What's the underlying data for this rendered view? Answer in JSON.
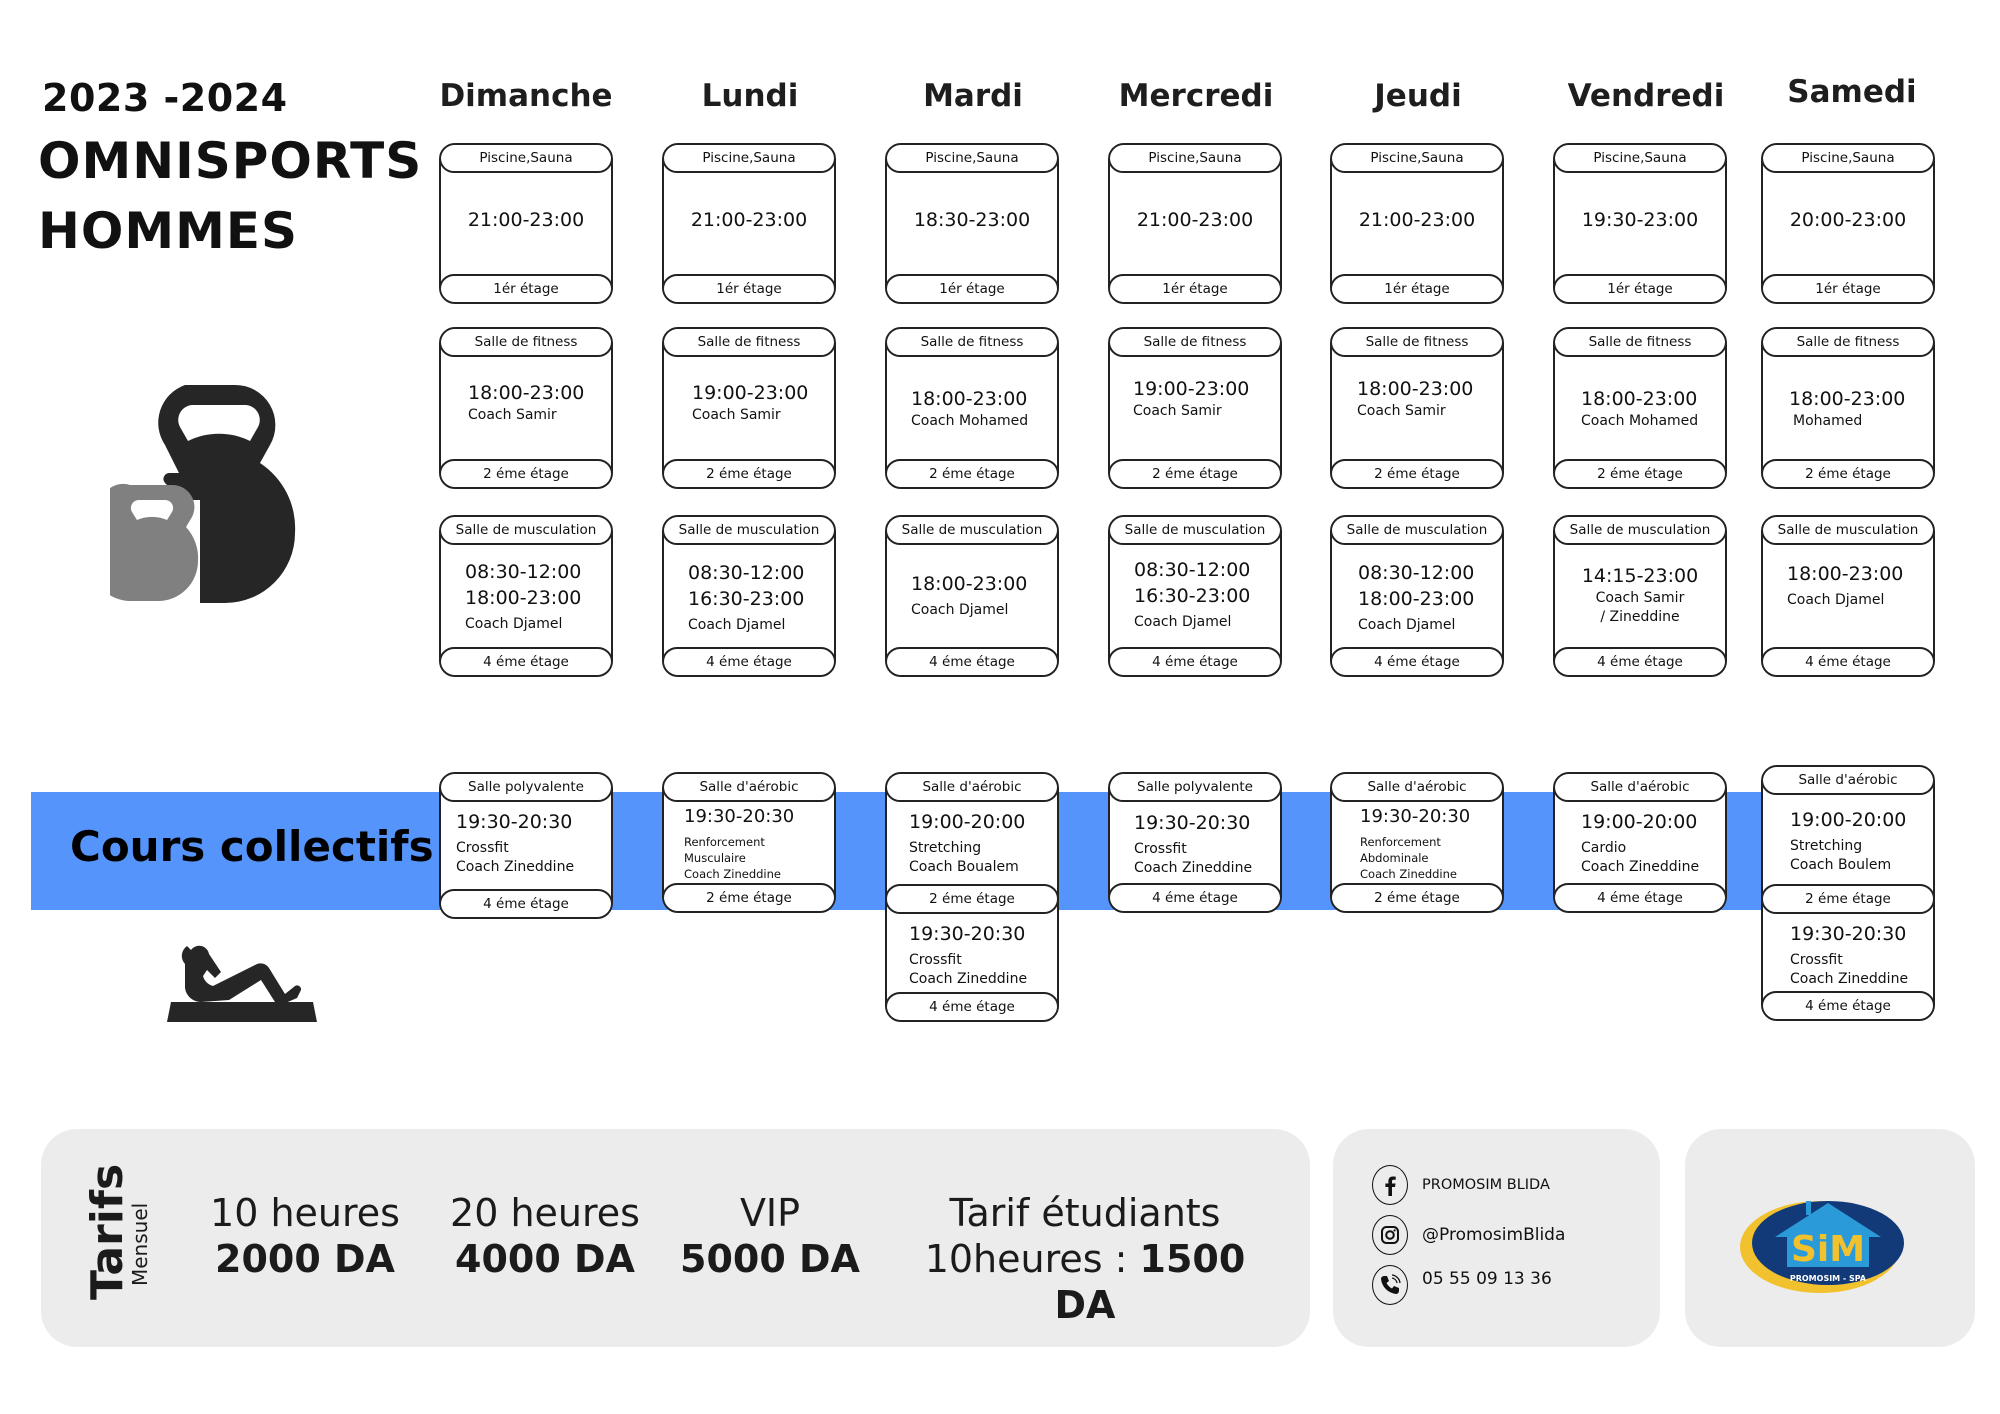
{
  "header": {
    "year": "2023 -2024",
    "title_line1": "OMNISPORTS",
    "title_line2": "HOMMES"
  },
  "days": [
    "Dimanche",
    "Lundi",
    "Mardi",
    "Mercredi",
    "Jeudi",
    "Vendredi",
    "Samedi"
  ],
  "piscine": [
    {
      "room": "Piscine,Sauna",
      "time": "21:00-23:00",
      "floor": "1ér étage"
    },
    {
      "room": "Piscine,Sauna",
      "time": "21:00-23:00",
      "floor": "1ér étage"
    },
    {
      "room": "Piscine,Sauna",
      "time": "18:30-23:00",
      "floor": "1ér étage"
    },
    {
      "room": "Piscine,Sauna",
      "time": "21:00-23:00",
      "floor": "1ér étage"
    },
    {
      "room": "Piscine,Sauna",
      "time": "21:00-23:00",
      "floor": "1ér étage"
    },
    {
      "room": "Piscine,Sauna",
      "time": "19:30-23:00",
      "floor": "1ér étage"
    },
    {
      "room": "Piscine,Sauna",
      "time": "20:00-23:00",
      "floor": "1ér étage"
    }
  ],
  "fitness": [
    {
      "room": "Salle de fitness",
      "time": "18:00-23:00",
      "coach": "Coach Samir",
      "floor": "2 éme étage"
    },
    {
      "room": "Salle de fitness",
      "time": "19:00-23:00",
      "coach": "Coach  Samir",
      "floor": "2 éme étage"
    },
    {
      "room": "Salle de fitness",
      "time": "18:00-23:00",
      "coach": "Coach Mohamed",
      "floor": "2 éme étage"
    },
    {
      "room": "Salle de fitness",
      "time": "19:00-23:00",
      "coach": "Coach Samir",
      "floor": "2 éme étage"
    },
    {
      "room": "Salle de fitness",
      "time": "18:00-23:00",
      "coach": "Coach Samir",
      "floor": "2 éme étage"
    },
    {
      "room": "Salle de fitness",
      "time": "18:00-23:00",
      "coach": "Coach Mohamed",
      "floor": "2 éme étage"
    },
    {
      "room": "Salle de fitness",
      "time": "18:00-23:00",
      "coach": "Mohamed",
      "floor": "2 éme étage"
    }
  ],
  "musculation": [
    {
      "room": "Salle de musculation",
      "time1": "08:30-12:00",
      "time2": "18:00-23:00",
      "coach": "Coach Djamel",
      "floor": "4 éme étage"
    },
    {
      "room": "Salle de musculation",
      "time1": "08:30-12:00",
      "time2": "16:30-23:00",
      "coach": "Coach Djamel",
      "floor": "4 éme étage"
    },
    {
      "room": "Salle de musculation",
      "time1": "18:00-23:00",
      "time2": "",
      "coach": "Coach Djamel",
      "floor": "4 éme étage"
    },
    {
      "room": "Salle de musculation",
      "time1": "08:30-12:00",
      "time2": "16:30-23:00",
      "coach": "Coach Djamel",
      "floor": "4 éme étage"
    },
    {
      "room": "Salle de musculation",
      "time1": "08:30-12:00",
      "time2": "18:00-23:00",
      "coach": "Coach Djamel",
      "floor": "4 éme étage"
    },
    {
      "room": "Salle de musculation",
      "time1": "14:15-23:00",
      "time2": "",
      "coach": "Coach Samir",
      "coach2": "/ Zineddine",
      "floor": "4 éme étage"
    },
    {
      "room": "Salle de musculation",
      "time1": "18:00-23:00",
      "time2": "",
      "coach": "Coach Djamel",
      "floor": "4 éme étage"
    }
  ],
  "cours": {
    "title": "Cours collectifs",
    "items": [
      {
        "room": "Salle  polyvalente",
        "time": "19:30-20:30",
        "activity": "Crossfit",
        "coach": "Coach Zineddine",
        "floor": "4 éme étage"
      },
      {
        "room": "Salle d'aérobic",
        "time": "19:30-20:30",
        "activity": "Renforcement",
        "activity2": "Musculaire",
        "coach": "Coach Zineddine",
        "floor": "2 éme étage"
      },
      {
        "room": "Salle d'aérobic",
        "time": "19:00-20:00",
        "activity": "Stretching",
        "coach": "Coach Boualem",
        "floor": "2 éme étage",
        "second": {
          "time": "19:30-20:30",
          "activity": "Crossfit",
          "coach": "Coach Zineddine",
          "floor": "4 éme étage"
        }
      },
      {
        "room": "Salle polyvalente",
        "time": "19:30-20:30",
        "activity": "Crossfit",
        "coach": "Coach Zineddine",
        "floor": "4 éme étage"
      },
      {
        "room": "Salle d'aérobic",
        "time": "19:30-20:30",
        "activity": "Renforcement",
        "activity2": "Abdominale",
        "coach": "Coach Zineddine",
        "floor": "2 éme étage"
      },
      {
        "room": "Salle d'aérobic",
        "time": "19:00-20:00",
        "activity": "Cardio",
        "coach": "Coach Zineddine",
        "floor": "4 éme étage"
      },
      {
        "room": "Salle d'aérobic",
        "time": "19:00-20:00",
        "activity": "Stretching",
        "coach": "Coach Boulem",
        "floor": "2 éme étage",
        "second": {
          "time": "19:30-20:30",
          "activity": "Crossfit",
          "coach": "Coach Zineddine",
          "floor": "4 éme étage"
        }
      }
    ]
  },
  "tarifs": {
    "title": "Tarifs",
    "subtitle": "Mensuel",
    "plans": [
      {
        "label": "10 heures",
        "price": "2000 DA"
      },
      {
        "label": "20 heures",
        "price": "4000 DA"
      },
      {
        "label": "VIP",
        "price": "5000 DA"
      },
      {
        "label": "Tarif  étudiants",
        "price_prefix": "10heures : ",
        "price": "1500 DA"
      }
    ]
  },
  "contact": {
    "facebook": "PROMOSIM BLIDA",
    "instagram": "@PromosimBlida",
    "phone": "05 55 09 13 36"
  },
  "logo": {
    "text": "SiM",
    "subtext": "PROMOSIM - SPA",
    "colors": {
      "navy": "#123a78",
      "blue": "#2a9bd8",
      "yellow": "#f2c12e"
    }
  },
  "colors": {
    "band": "#5594fa",
    "footer_bg": "#ececec"
  }
}
